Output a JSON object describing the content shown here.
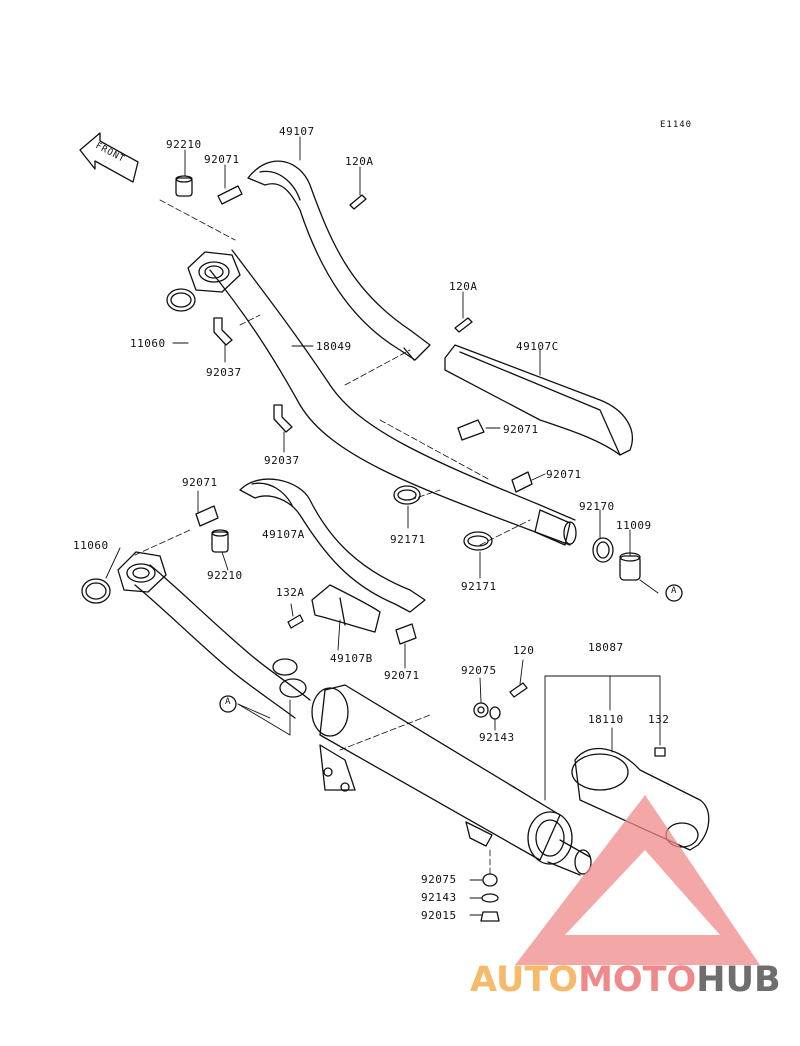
{
  "diagram": {
    "ref_code": "E1140",
    "front_label": "FRONT",
    "view_marker": "A",
    "labels": {
      "p92210_top": "92210",
      "p92071_top": "92071",
      "p49107": "49107",
      "p120A_1": "120A",
      "p120A_2": "120A",
      "p11060_top": "11060",
      "p92037_1": "92037",
      "p18049": "18049",
      "p49107C": "49107C",
      "p92037_2": "92037",
      "p92071_mid": "92071",
      "p92071_right": "92071",
      "p92170": "92170",
      "p11009": "11009",
      "p92171_1": "92171",
      "p92171_2": "92171",
      "p92071_left": "92071",
      "p11060_left": "11060",
      "p49107A": "49107A",
      "p92210_left": "92210",
      "p132A": "132A",
      "p49107B": "49107B",
      "p92071_b": "92071",
      "p120": "120",
      "p92075_1": "92075",
      "p92143_1": "92143",
      "p18087": "18087",
      "p18110": "18110",
      "p132": "132",
      "p92075_2": "92075",
      "p92143_2": "92143",
      "p92015": "92015"
    }
  },
  "watermark": {
    "brand_part1": "AUTO",
    "brand_part2": "MOTO",
    "brand_part3": "HUB",
    "colors": {
      "part1": "#f7b96a",
      "part2": "#f08a8a",
      "part3": "#6e6e6e",
      "triangle": "#f08a8a"
    }
  }
}
